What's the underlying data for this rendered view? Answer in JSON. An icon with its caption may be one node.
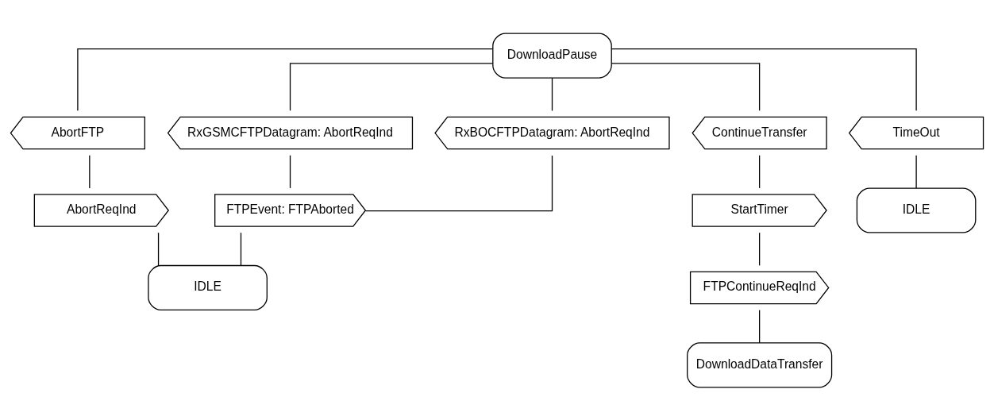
{
  "diagram": {
    "nodes": [
      {
        "text": [
          "DownloadPause"
        ]
      },
      {
        "text": [
          "AbortFTP"
        ]
      },
      {
        "text": [
          "RxGSMCFTPDatagram: AbortReqInd"
        ]
      },
      {
        "text": [
          "RxBOCFTPDatagram: AbortReqInd"
        ]
      },
      {
        "text": [
          "ContinueTransfer"
        ]
      },
      {
        "text": [
          "TimeOut"
        ]
      },
      {
        "text": [
          "AbortReqInd"
        ]
      },
      {
        "text": [
          "FTPEvent: FTPAborted"
        ]
      },
      {
        "text": [
          "IDLE"
        ]
      },
      {
        "text": [
          "StartTimer"
        ]
      },
      {
        "text": [
          "FTPContinueReqInd"
        ]
      },
      {
        "text": [
          "DownloadDataTransfer"
        ]
      },
      {
        "text": [
          "IDLE"
        ]
      }
    ],
    "edges": [
      {
        "from": 0,
        "to": 1,
        "arrow": "none"
      },
      {
        "from": 0,
        "to": 2,
        "arrow": "none"
      },
      {
        "from": 0,
        "to": 3,
        "arrow": "none"
      },
      {
        "from": 0,
        "to": 4,
        "arrow": "none"
      },
      {
        "from": 0,
        "to": 5,
        "arrow": "none"
      },
      {
        "from": 1,
        "to": 6,
        "arrow": "none"
      },
      {
        "from": 2,
        "to": 7,
        "arrow": "none"
      },
      {
        "from": 3,
        "to": 7,
        "arrow": "none"
      },
      {
        "from": 6,
        "to": 8,
        "arrow": "none"
      },
      {
        "from": 7,
        "to": 8,
        "arrow": "none"
      },
      {
        "from": 4,
        "to": 9,
        "arrow": "none"
      },
      {
        "from": 9,
        "to": 10,
        "arrow": "none"
      },
      {
        "from": 10,
        "to": 11,
        "arrow": "none"
      },
      {
        "from": 5,
        "to": 12,
        "arrow": "none"
      }
    ]
  }
}
